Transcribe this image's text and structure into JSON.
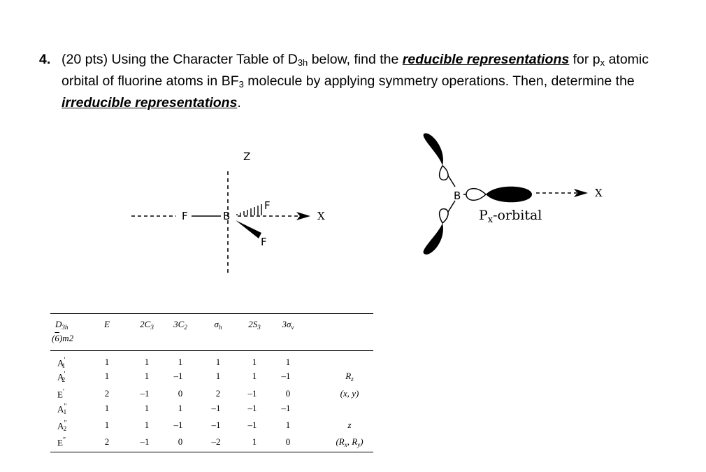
{
  "question": {
    "number": "4.",
    "line1_before": "(20 pts) Using the Character Table of D",
    "line1_sub": "3h",
    "line1_mid": " below, find the ",
    "line1_emph": "reducible representations",
    "line1_for": " for p",
    "line1_sub2": "x",
    "line1_after": " atomic",
    "line2_before": "orbital of fluorine atoms in BF",
    "line2_sub": "3",
    "line2_after": " molecule by applying symmetry operations. Then, determine the",
    "line3_emph": "irreducible representations",
    "line3_after": "."
  },
  "molecule": {
    "z_axis": "Z",
    "x_axis": "X",
    "atom_b": "B",
    "atom_f_left": "F",
    "atom_f_hash": "F",
    "atom_f_wedge": "F"
  },
  "orbital_figure": {
    "atom_b": "B",
    "x_axis": "X",
    "label_p": "P",
    "label_x": "x",
    "label_rest": "-orbital"
  },
  "character_table": {
    "group": "D3h",
    "group_main": "D",
    "group_sub": "3h",
    "hm_symbol_bar": "6",
    "hm_symbol_rest": "m2",
    "columns": [
      "E",
      "2C3",
      "3C2",
      "σh",
      "2S3",
      "3σv"
    ],
    "col_main": [
      "E",
      "2C",
      "3C",
      "σ",
      "2S",
      "3σ"
    ],
    "col_sub": [
      "",
      "3",
      "2",
      "h",
      "3",
      "v"
    ],
    "rows": [
      {
        "irrep": "A",
        "mark": "′",
        "sub": "1",
        "chars": [
          "1",
          "1",
          "1",
          "1",
          "1",
          "1"
        ],
        "basis": ""
      },
      {
        "irrep": "A",
        "mark": "′",
        "sub": "2",
        "chars": [
          "1",
          "1",
          "–1",
          "1",
          "1",
          "–1"
        ],
        "basis": "R",
        "basis_sub": "z"
      },
      {
        "irrep": "E",
        "mark": "′",
        "sub": "",
        "chars": [
          "2",
          "–1",
          "0",
          "2",
          "–1",
          "0"
        ],
        "basis": "(x, y)"
      },
      {
        "irrep": "A",
        "mark": "″",
        "sub": "1",
        "chars": [
          "1",
          "1",
          "1",
          "–1",
          "–1",
          "–1"
        ],
        "basis": ""
      },
      {
        "irrep": "A",
        "mark": "″",
        "sub": "2",
        "chars": [
          "1",
          "1",
          "–1",
          "–1",
          "–1",
          "1"
        ],
        "basis": "z"
      },
      {
        "irrep": "E",
        "mark": "″",
        "sub": "",
        "chars": [
          "2",
          "–1",
          "0",
          "–2",
          "1",
          "0"
        ],
        "basis": "(R",
        "basis_sub": "x",
        "basis_mid": ", R",
        "basis_sub2": "y",
        "basis_end": ")"
      }
    ]
  }
}
